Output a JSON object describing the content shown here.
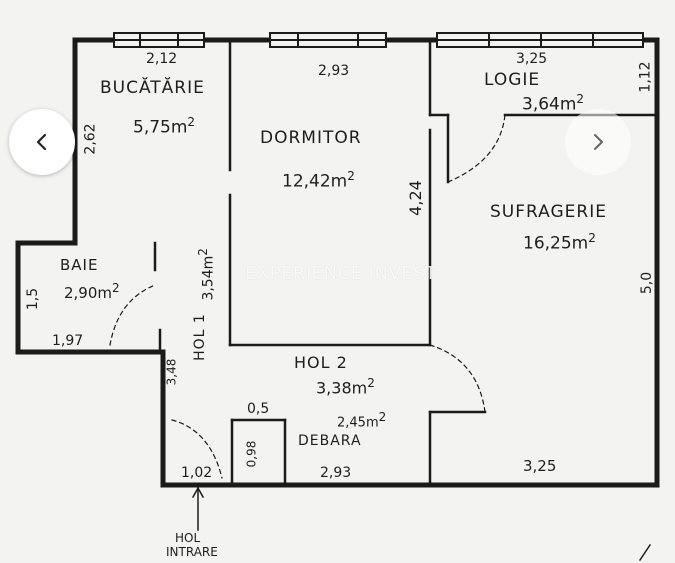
{
  "watermark": "EXPERIENCE INVEST",
  "rooms": {
    "bucatarie": {
      "name": "BUCĂTĂRIE",
      "area": "5,75",
      "unit": "m",
      "exp": "2"
    },
    "dormitor": {
      "name": "DORMITOR",
      "area": "12,42",
      "unit": "m",
      "exp": "2"
    },
    "logie": {
      "name": "LOGIE",
      "area": "3,64",
      "unit": "m",
      "exp": "2"
    },
    "sufragerie": {
      "name": "SUFRAGERIE",
      "area": "16,25",
      "unit": "m",
      "exp": "2"
    },
    "baie": {
      "name": "BAIE",
      "area": "2,90",
      "unit": "m",
      "exp": "2"
    },
    "hol1": {
      "name": "HOL 1",
      "area": "3,54",
      "unit": "m",
      "exp": "2"
    },
    "hol2": {
      "name": "HOL 2",
      "area": "3,38",
      "unit": "m",
      "exp": "2"
    },
    "debara": {
      "name": "DEBARA",
      "area": "2,45",
      "unit": "m",
      "exp": "2"
    },
    "intrare": {
      "line1": "HOL",
      "line2": "INTRARE"
    }
  },
  "dimensions": {
    "kitchen_width": "2,12",
    "bedroom_width": "2,93",
    "loggia_width": "3,25",
    "loggia_depth": "1,12",
    "kitchen_depth": "2,62",
    "bedroom_depth": "4,24",
    "living_depth": "5,0",
    "bath_depth": "1,5",
    "bath_width": "1,97",
    "hall_depth": "3,48",
    "closet_width": "0,5",
    "closet_depth": "0,98",
    "entry_width": "1,02",
    "bottom_mid": "2,93",
    "bottom_right": "3,25"
  },
  "nav": {
    "prev_icon": "chevron-left-icon",
    "next_icon": "chevron-right-icon"
  }
}
